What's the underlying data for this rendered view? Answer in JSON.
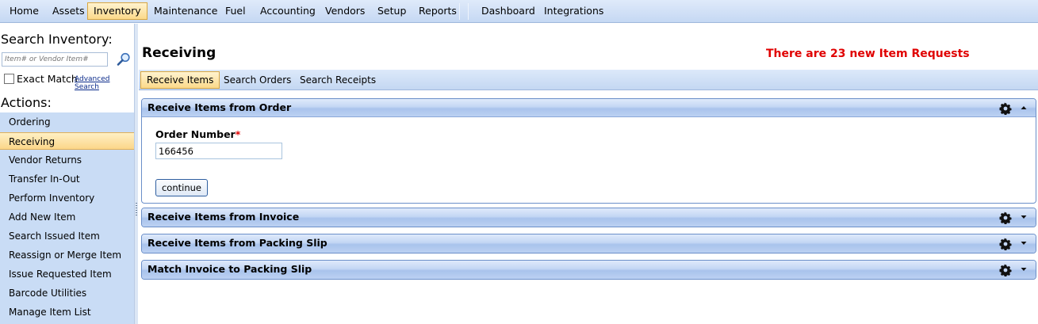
{
  "menu": {
    "items": [
      {
        "label": "Home"
      },
      {
        "label": "Assets"
      },
      {
        "label": "Inventory"
      },
      {
        "label": "Maintenance"
      },
      {
        "label": "Fuel"
      },
      {
        "label": "Accounting"
      },
      {
        "label": "Vendors"
      },
      {
        "label": "Setup"
      },
      {
        "label": "Reports"
      },
      {
        "label": "Dashboard"
      },
      {
        "label": "Integrations"
      }
    ],
    "active": "Inventory"
  },
  "sidebar": {
    "search_title": "Search Inventory:",
    "search_placeholder": "Item# or Vendor Item#",
    "exact_match_label": "Exact Match",
    "advanced_search_label": "Advanced Search",
    "actions_title": "Actions:",
    "actions": [
      {
        "label": "Ordering"
      },
      {
        "label": "Receiving"
      },
      {
        "label": "Vendor Returns"
      },
      {
        "label": "Transfer In-Out"
      },
      {
        "label": "Perform Inventory"
      },
      {
        "label": "Add New Item"
      },
      {
        "label": "Search Issued Item"
      },
      {
        "label": "Reassign or Merge Item"
      },
      {
        "label": "Issue Requested Item"
      },
      {
        "label": "Barcode Utilities"
      },
      {
        "label": "Manage Item List"
      }
    ],
    "selected_action": "Receiving"
  },
  "main": {
    "title": "Receiving",
    "alert": "There are 23 new Item Requests",
    "tabs": [
      {
        "label": "Receive Items"
      },
      {
        "label": "Search Orders"
      },
      {
        "label": "Search Receipts"
      }
    ],
    "active_tab": "Receive Items",
    "panels": [
      {
        "title": "Receive Items from Order",
        "expanded": true
      },
      {
        "title": "Receive Items from Invoice",
        "expanded": false
      },
      {
        "title": "Receive Items from Packing Slip",
        "expanded": false
      },
      {
        "title": "Match Invoice to Packing Slip",
        "expanded": false
      }
    ],
    "order_form": {
      "label": "Order Number",
      "required_mark": "*",
      "value": "166456",
      "continue_label": "continue"
    }
  },
  "colors": {
    "accent_orange": "#fbd98a",
    "bar_blue": "#c5d8f3",
    "alert_red": "#e00000"
  }
}
